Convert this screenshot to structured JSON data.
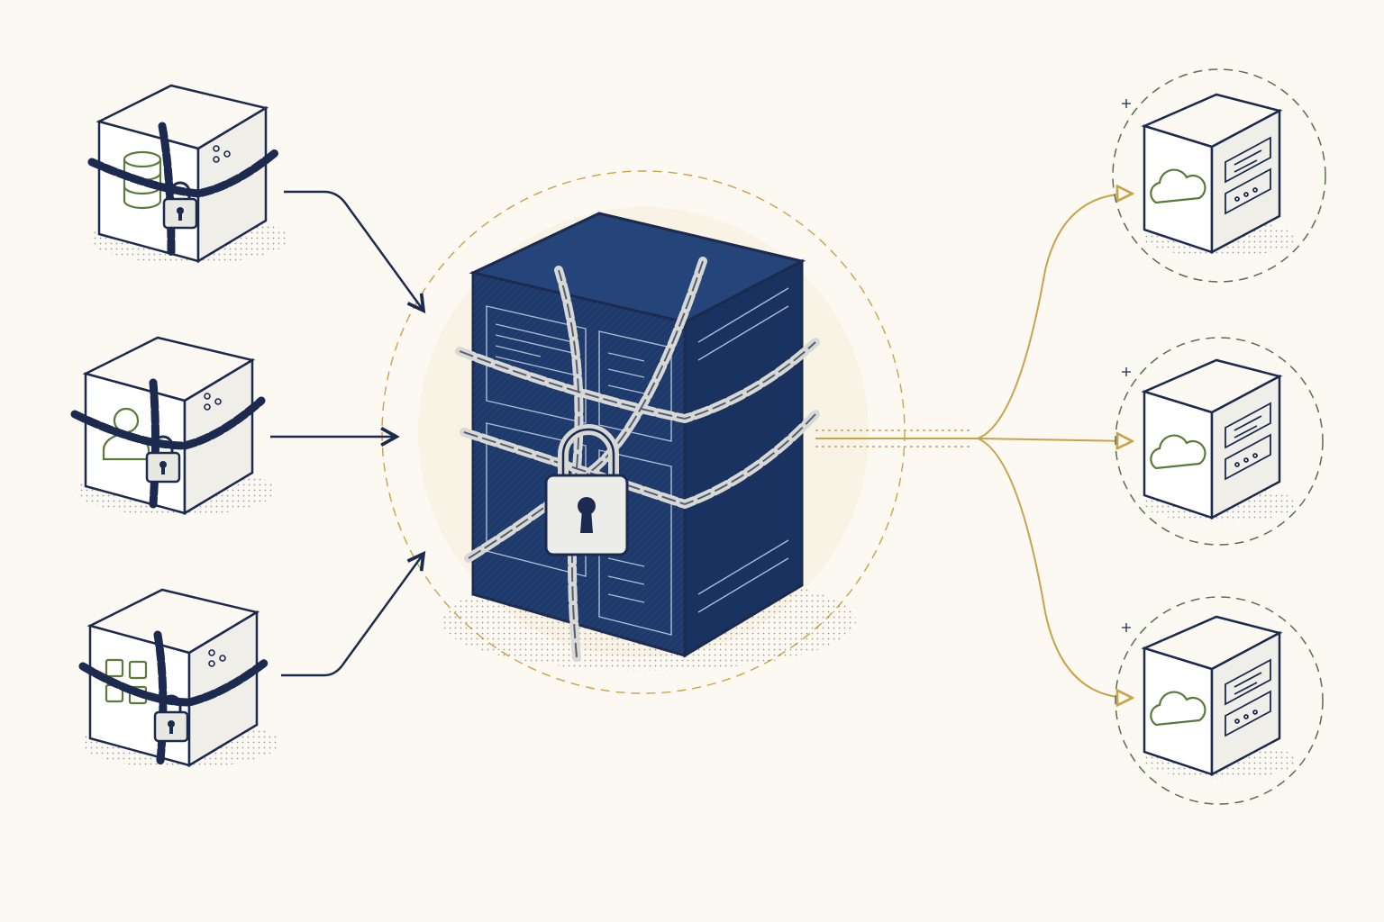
{
  "diagram": {
    "colors": {
      "background": "#FBF9F1",
      "ink": "#1B2A4E",
      "navy": "#1E3A6B",
      "accent_green": "#5B7A3A",
      "accent_gold": "#C9A24A",
      "metal": "#E8E8E3"
    },
    "sources": [
      {
        "id": "database-box",
        "icon": "database-icon",
        "locked": true
      },
      {
        "id": "user-box",
        "icon": "user-icon",
        "locked": true
      },
      {
        "id": "apps-box",
        "icon": "grid-apps-icon",
        "locked": true
      }
    ],
    "hub": {
      "id": "central-server",
      "icon": "padlock-icon",
      "locked": true,
      "chained": true
    },
    "destinations": [
      {
        "id": "cloud-server-1",
        "icon": "cloud-icon"
      },
      {
        "id": "cloud-server-2",
        "icon": "cloud-icon"
      },
      {
        "id": "cloud-server-3",
        "icon": "cloud-icon"
      }
    ]
  }
}
